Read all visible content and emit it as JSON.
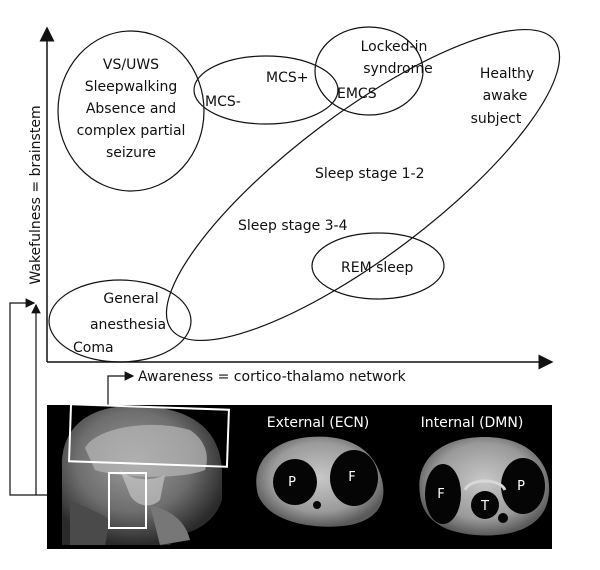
{
  "axes": {
    "y_label": "Wakefulness = brainstem",
    "x_label": "Awareness = cortico-thalamo network"
  },
  "states": {
    "vs_uws": [
      "VS/UWS",
      "Sleepwalking",
      "Absence and",
      "complex partial",
      "seizure"
    ],
    "mcs_minus": "MCS-",
    "mcs_plus": "MCS+",
    "emcs": "EMCS",
    "locked_in": [
      "Locked-in",
      "syndrome"
    ],
    "healthy": [
      "Healthy",
      "awake",
      "subject"
    ],
    "sleep_12": "Sleep stage 1-2",
    "sleep_34": "Sleep stage 3-4",
    "rem": "REM sleep",
    "anesthesia": [
      "General",
      "anesthesia"
    ],
    "coma": "Coma"
  },
  "brain_panel": {
    "external_title": "External (ECN)",
    "internal_title": "Internal (DMN)",
    "external_regions": [
      "P",
      "F"
    ],
    "internal_regions": [
      "F",
      "T",
      "P"
    ]
  }
}
